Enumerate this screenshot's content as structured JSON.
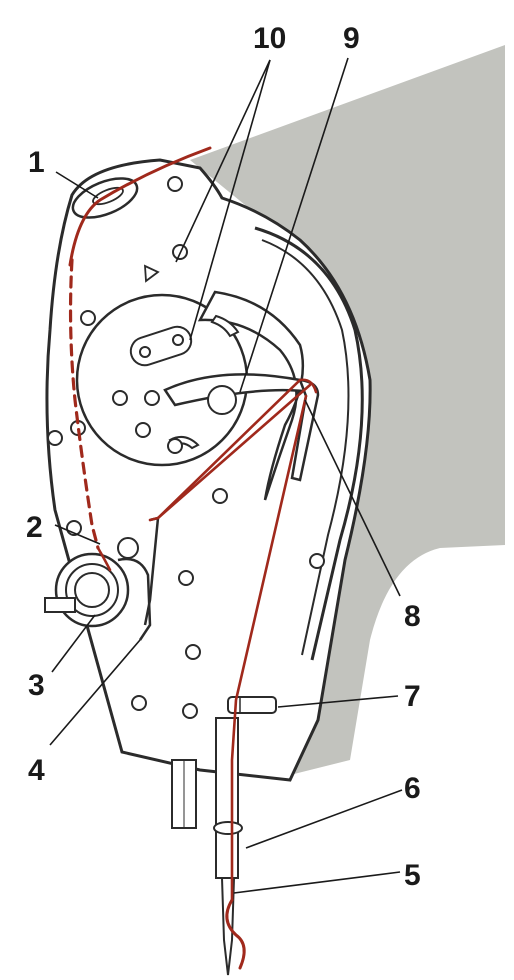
{
  "colors": {
    "shadow": "#c2c3be",
    "plate": "#ffffff",
    "outline": "#2b2b2b",
    "thread": "#a0291c",
    "label": "#1a1a1a"
  },
  "callouts": [
    {
      "id": "1",
      "label": "1"
    },
    {
      "id": "2",
      "label": "2"
    },
    {
      "id": "3",
      "label": "3"
    },
    {
      "id": "4",
      "label": "4"
    },
    {
      "id": "5",
      "label": "5"
    },
    {
      "id": "6",
      "label": "6"
    },
    {
      "id": "7",
      "label": "7"
    },
    {
      "id": "8",
      "label": "8"
    },
    {
      "id": "9",
      "label": "9"
    },
    {
      "id": "10",
      "label": "10"
    }
  ]
}
